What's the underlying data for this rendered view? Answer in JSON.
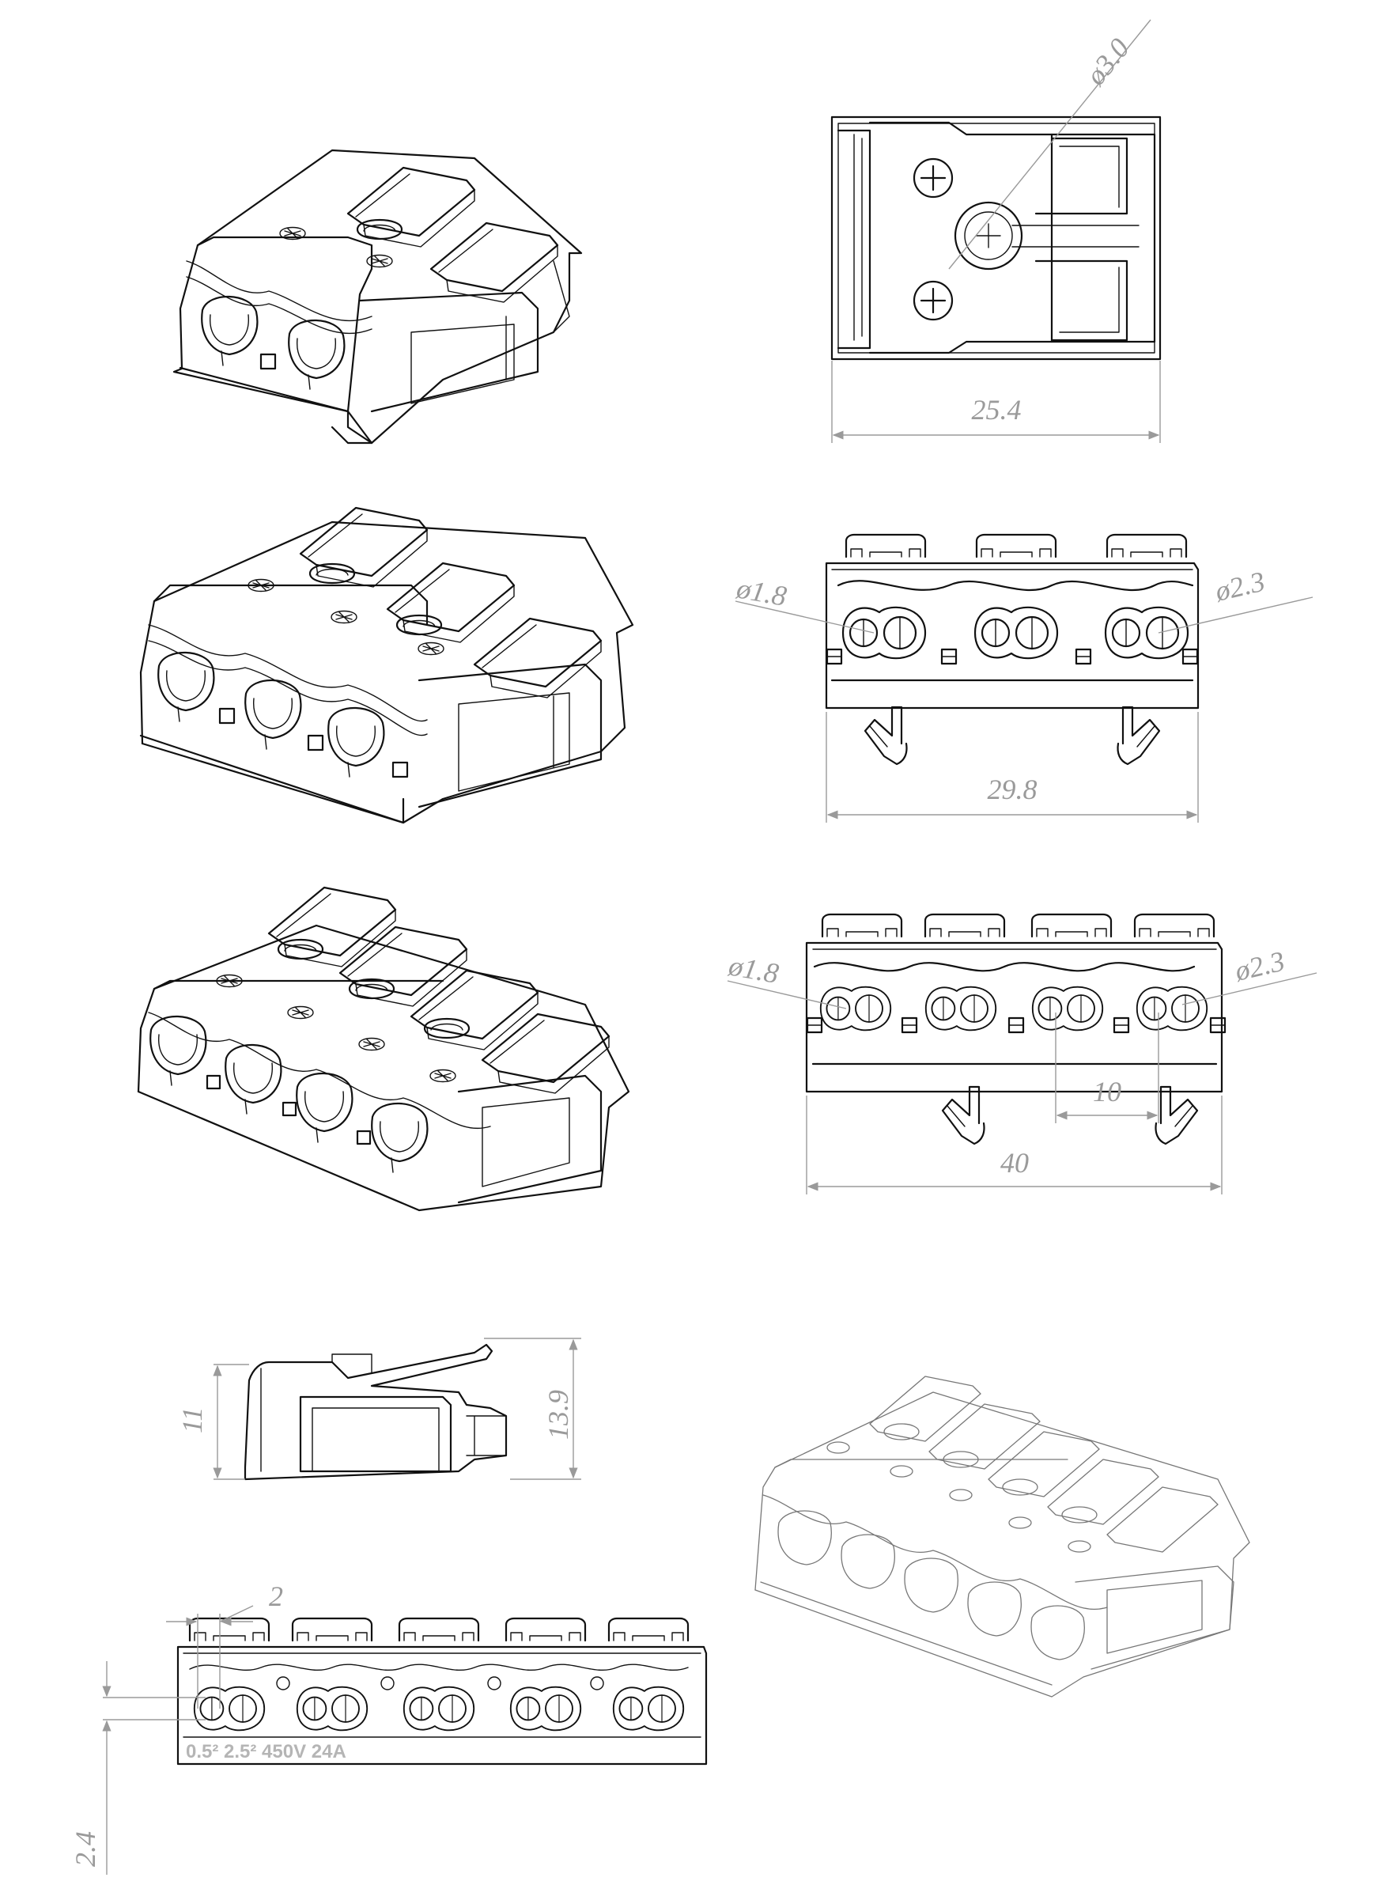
{
  "dimensions": {
    "top_view_hole": "ø3.0",
    "top_view_width": "25.4",
    "front3_wire_small": "ø1.8",
    "front3_wire_large": "ø2.3",
    "front3_width": "29.8",
    "front4_wire_small": "ø1.8",
    "front4_wire_large": "ø2.3",
    "front4_pitch": "10",
    "front4_width": "40",
    "side_height_body": "11",
    "side_height_total": "13.9",
    "front5_offset": "2",
    "front5_hole_height": "2.4"
  },
  "marking_text": "0.5² 2.5² 450V 24A"
}
